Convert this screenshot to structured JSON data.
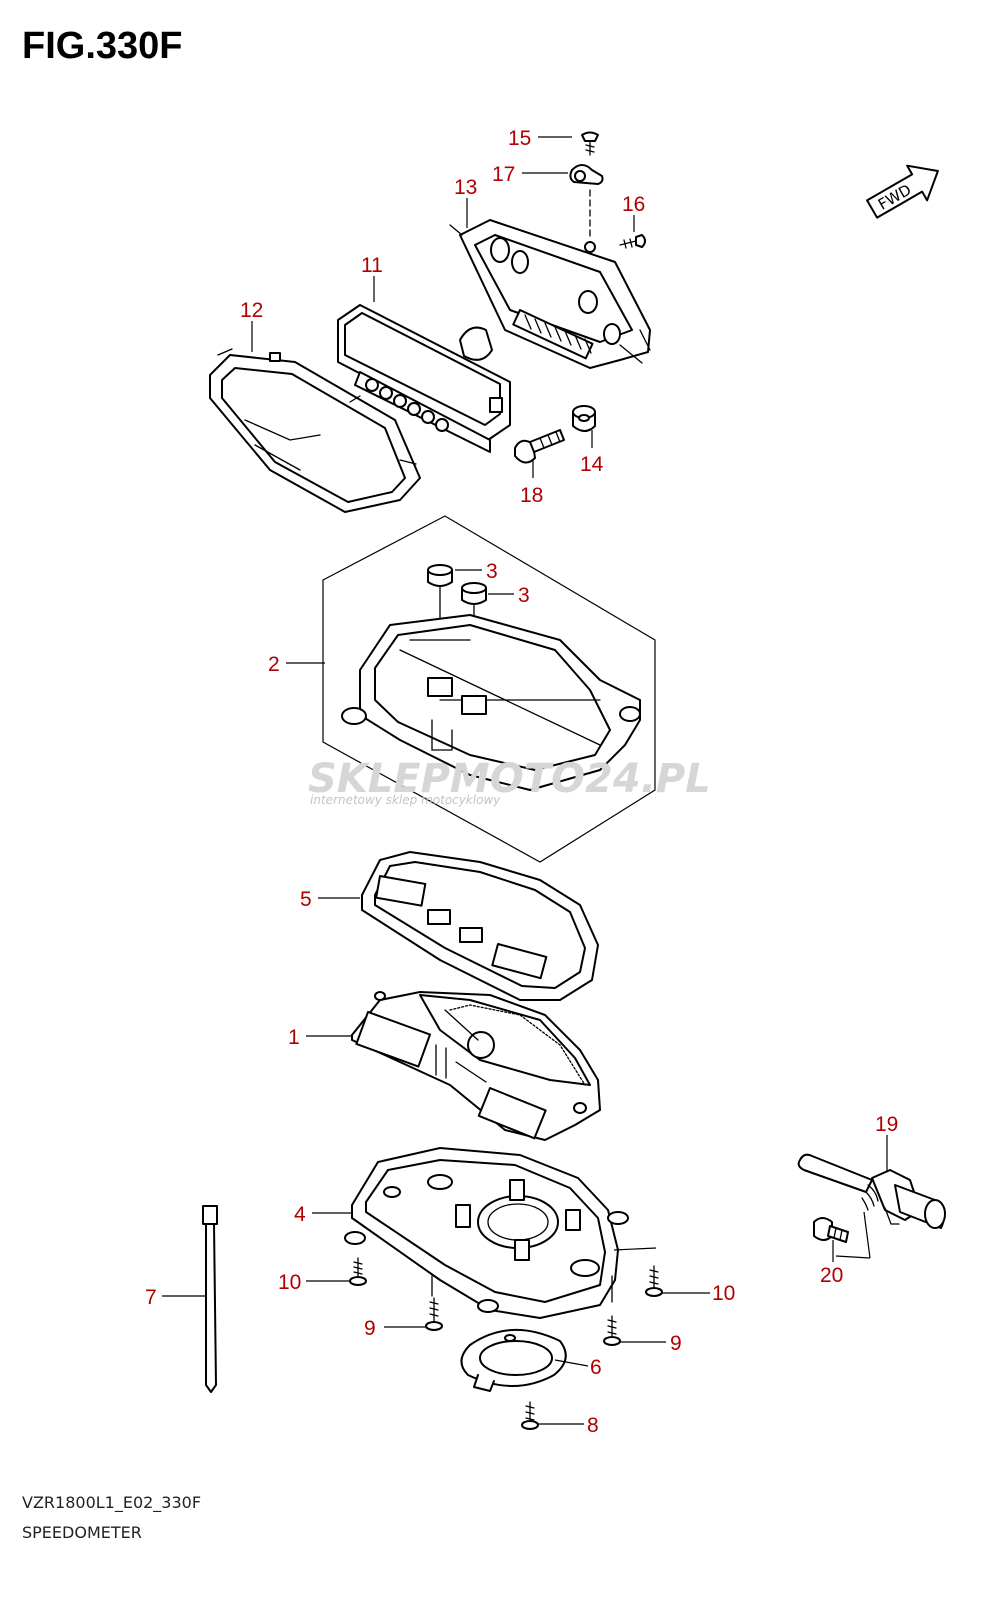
{
  "figure": {
    "title": "FIG.330F",
    "code": "VZR1800L1_E02_330F",
    "name": "SPEEDOMETER",
    "fwd": "FWD"
  },
  "watermark": {
    "brand": "SKLEPMOTO24.PL",
    "tagline": "internetowy sklep motocyklowy"
  },
  "colors": {
    "callout": "#b00000",
    "line": "#000000"
  },
  "callouts": [
    {
      "id": "c15",
      "text": "15"
    },
    {
      "id": "c17",
      "text": "17"
    },
    {
      "id": "c13",
      "text": "13"
    },
    {
      "id": "c16",
      "text": "16"
    },
    {
      "id": "c11",
      "text": "11"
    },
    {
      "id": "c12",
      "text": "12"
    },
    {
      "id": "c14",
      "text": "14"
    },
    {
      "id": "c18",
      "text": "18"
    },
    {
      "id": "c3a",
      "text": "3"
    },
    {
      "id": "c3b",
      "text": "3"
    },
    {
      "id": "c2",
      "text": "2"
    },
    {
      "id": "c5",
      "text": "5"
    },
    {
      "id": "c1",
      "text": "1"
    },
    {
      "id": "c19",
      "text": "19"
    },
    {
      "id": "c4",
      "text": "4"
    },
    {
      "id": "c20",
      "text": "20"
    },
    {
      "id": "c7",
      "text": "7"
    },
    {
      "id": "c10a",
      "text": "10"
    },
    {
      "id": "c10b",
      "text": "10"
    },
    {
      "id": "c9a",
      "text": "9"
    },
    {
      "id": "c9b",
      "text": "9"
    },
    {
      "id": "c6",
      "text": "6"
    },
    {
      "id": "c8",
      "text": "8"
    }
  ]
}
